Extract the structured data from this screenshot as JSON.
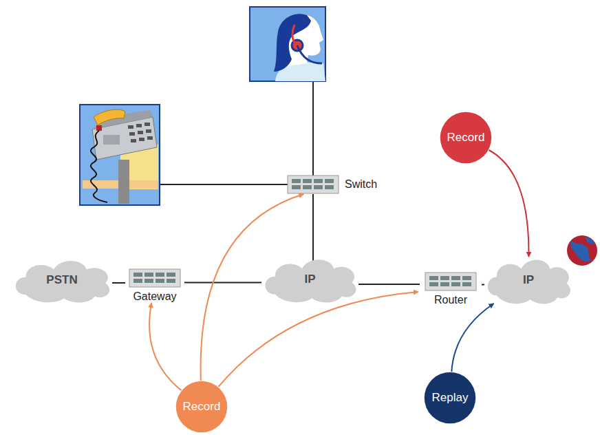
{
  "diagram": {
    "nodes": [
      {
        "text": [
          "Record"
        ]
      },
      {
        "text": [
          "Switch"
        ]
      },
      {
        "text": [
          "PSTN"
        ]
      },
      {
        "text": [
          "Gateway"
        ]
      },
      {
        "text": [
          "IP"
        ]
      },
      {
        "text": [
          "Router"
        ]
      },
      {
        "text": [
          "IP"
        ]
      },
      {
        "text": [
          "Record"
        ]
      },
      {
        "text": [
          "Replay"
        ]
      }
    ],
    "edges": [
      {
        "from": 1,
        "to": 4,
        "arrow": "none"
      },
      {
        "from": 2,
        "to": 3,
        "arrow": "none"
      },
      {
        "from": 3,
        "to": 4,
        "arrow": "none"
      },
      {
        "from": 4,
        "to": 5,
        "arrow": "none"
      },
      {
        "from": 5,
        "to": 6,
        "arrow": "none"
      },
      {
        "from": 0,
        "to": 6,
        "arrow": "to"
      },
      {
        "from": 7,
        "to": 3,
        "arrow": "to"
      },
      {
        "from": 7,
        "to": 1,
        "arrow": "to"
      },
      {
        "from": 7,
        "to": 5,
        "arrow": "to"
      },
      {
        "from": 8,
        "to": 6,
        "arrow": "to"
      }
    ]
  }
}
